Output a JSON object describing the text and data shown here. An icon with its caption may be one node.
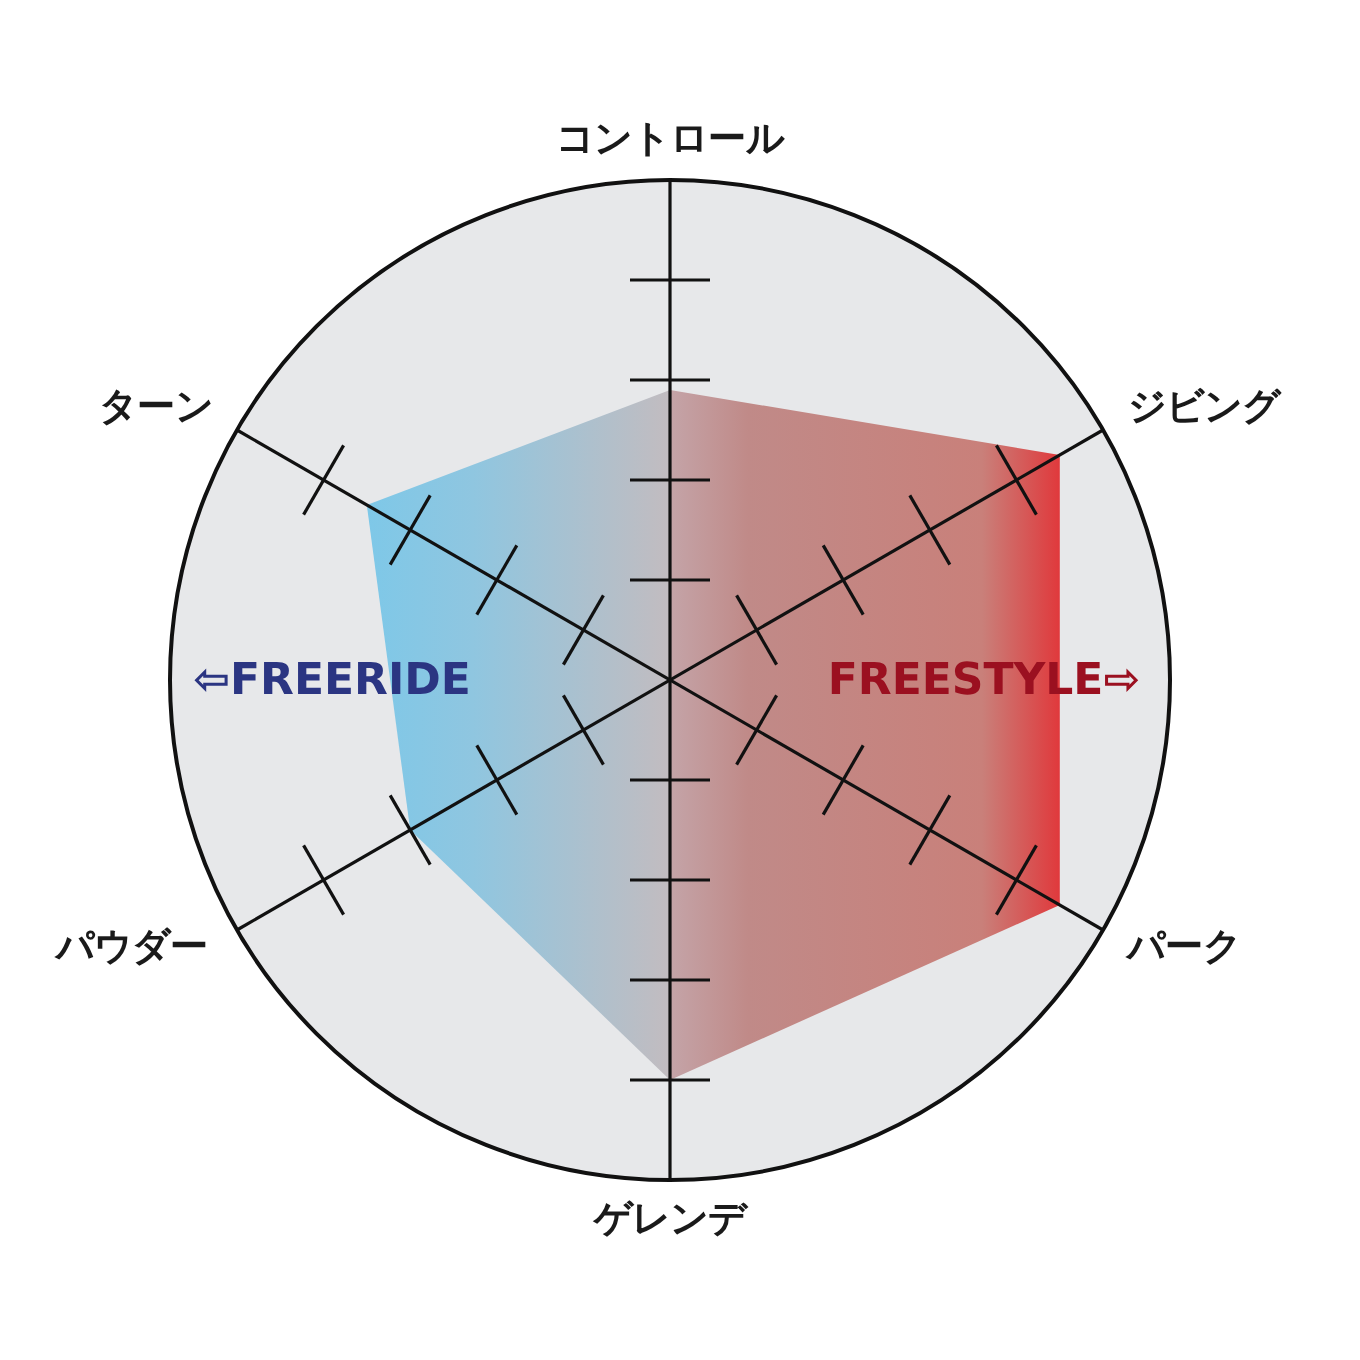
{
  "diagram": {
    "labels": [
      "コントロール",
      "ターン",
      "ジビング",
      "⇦FREERIDE",
      "FREESTYLE⇨",
      "パウダー",
      "パーク",
      "ゲレンデ"
    ]
  }
}
